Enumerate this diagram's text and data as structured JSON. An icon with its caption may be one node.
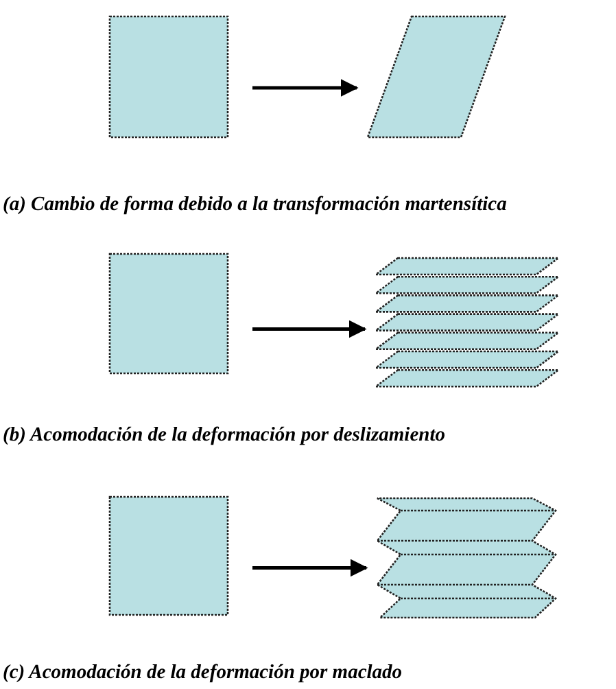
{
  "diagram": {
    "nodes": [
      {
        "text": [],
        "shape": "box"
      },
      {
        "text": [],
        "shape": "parallelogram"
      },
      {
        "text": [],
        "shape": "box"
      },
      {
        "text": [],
        "shape": "stack"
      },
      {
        "text": [],
        "shape": "box"
      },
      {
        "text": [],
        "shape": "zigzag"
      }
    ],
    "edges": [
      {
        "from": 0,
        "to": 1,
        "arrow": "to"
      },
      {
        "from": 2,
        "to": 3,
        "arrow": "to"
      },
      {
        "from": 4,
        "to": 5,
        "arrow": "to"
      }
    ],
    "labels": [
      "(a) Cambio de forma debido a la transformación martensítica",
      "(b) Acomodación de la deformación por deslizamiento",
      "(c) Acomodación de la deformación por maclado"
    ]
  }
}
